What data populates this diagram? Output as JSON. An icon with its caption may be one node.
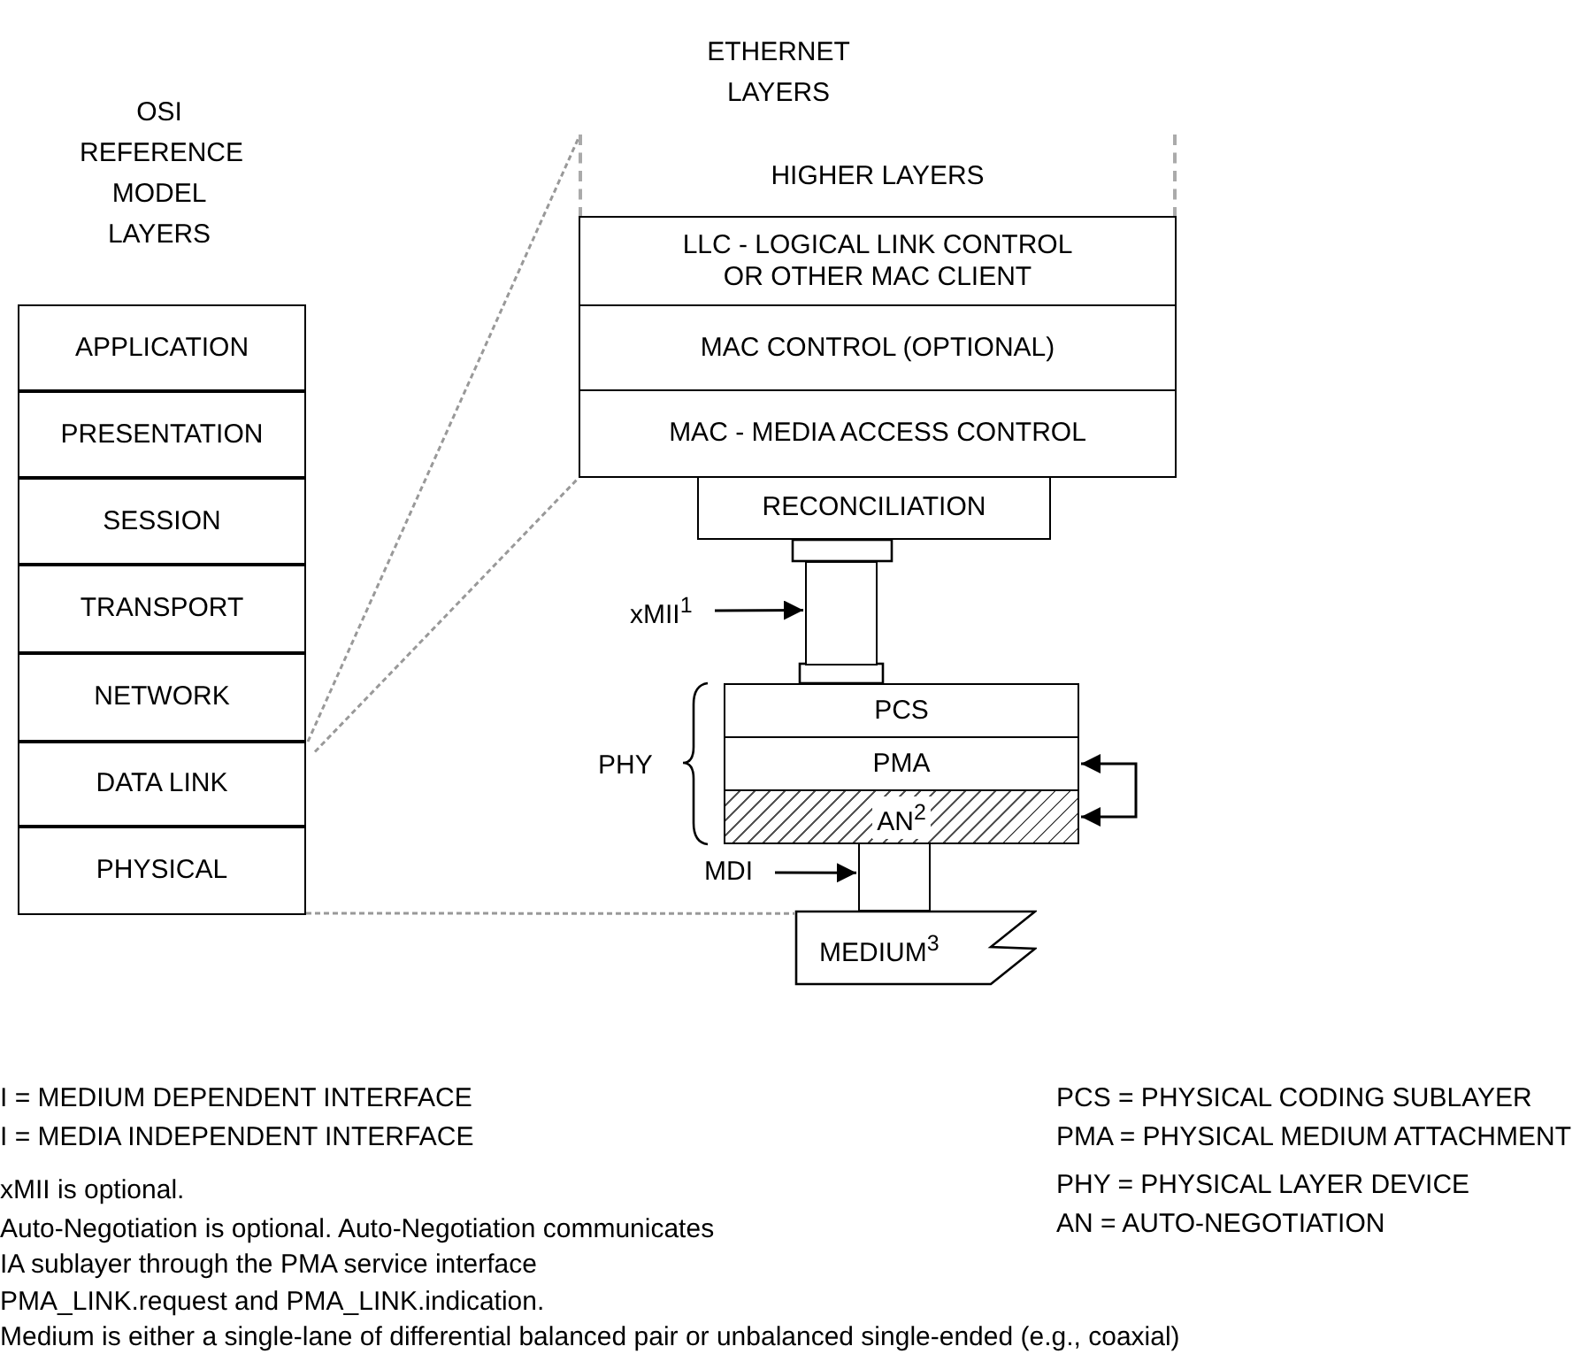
{
  "diagram": {
    "nodes": [
      {
        "text": [
          "APPLICATION"
        ]
      },
      {
        "text": [
          "PRESENTATION"
        ]
      },
      {
        "text": [
          "SESSION"
        ]
      },
      {
        "text": [
          "TRANSPORT"
        ]
      },
      {
        "text": [
          "NETWORK"
        ]
      },
      {
        "text": [
          "DATA LINK"
        ]
      },
      {
        "text": [
          "PHYSICAL"
        ]
      },
      {
        "text": [
          "HIGHER LAYERS"
        ]
      },
      {
        "text": [
          "LLC - LOGICAL LINK CONTROL OR OTHER MAC CLIENT"
        ]
      },
      {
        "text": [
          "MAC CONTROL (OPTIONAL)"
        ]
      },
      {
        "text": [
          "MAC - MEDIA ACCESS CONTROL"
        ]
      },
      {
        "text": [
          "RECONCILIATION"
        ]
      },
      {
        "text": [
          "xMII$^{1}$"
        ]
      },
      {
        "text": [],
        "shape": "bar"
      },
      {
        "text": [
          "PCS"
        ]
      },
      {
        "text": [
          "PMA"
        ]
      },
      {
        "text": [
          "AN$^{2}$"
        ]
      },
      {
        "text": [
          "MDI"
        ]
      },
      {
        "text": [],
        "shape": "box"
      },
      {
        "text": [
          "MEDIUM$^{3}$"
        ]
      }
    ],
    "edges": [
      {
        "from": 12,
        "to": 13,
        "arrow": "to"
      },
      {
        "from": 17,
        "to": 18,
        "arrow": "to"
      },
      {
        "from": 16,
        "to": 15,
        "arrow": "both"
      },
      {
        "from": 5,
        "to": 7,
        "arrow": "none",
        "style": "dashed",
        "color": "#999999"
      },
      {
        "from": 5,
        "to": 10,
        "arrow": "none",
        "style": "dashed",
        "color": "#999999"
      },
      {
        "from": 6,
        "to": 19,
        "arrow": "none",
        "style": "dashed",
        "color": "#999999"
      }
    ],
    "labels": [
      "OSI REFERENCE MODEL LAYERS",
      "ETHERNET LAYERS",
      "PHY",
      "I = MEDIUM DEPENDENT INTERFACE",
      "PCS = PHYSICAL CODING SUBLAYER",
      "I = MEDIA INDEPENDENT INTERFACE",
      "PMA = PHYSICAL MEDIUM ATTACHMENT",
      "xMII is optional.",
      "PHY = PHYSICAL LAYER DEVICE",
      "Auto-Negotiation is optional. Auto-Negotiation communicates",
      "AN = AUTO-NEGOTIATION",
      "IA sublayer through the PMA service interface",
      "PMA_LINK.request and PMA_LINK.indication.",
      "Medium is either a single-lane of differential balanced pair or unbalanced single-ended (e.g., coaxial)"
    ]
  }
}
